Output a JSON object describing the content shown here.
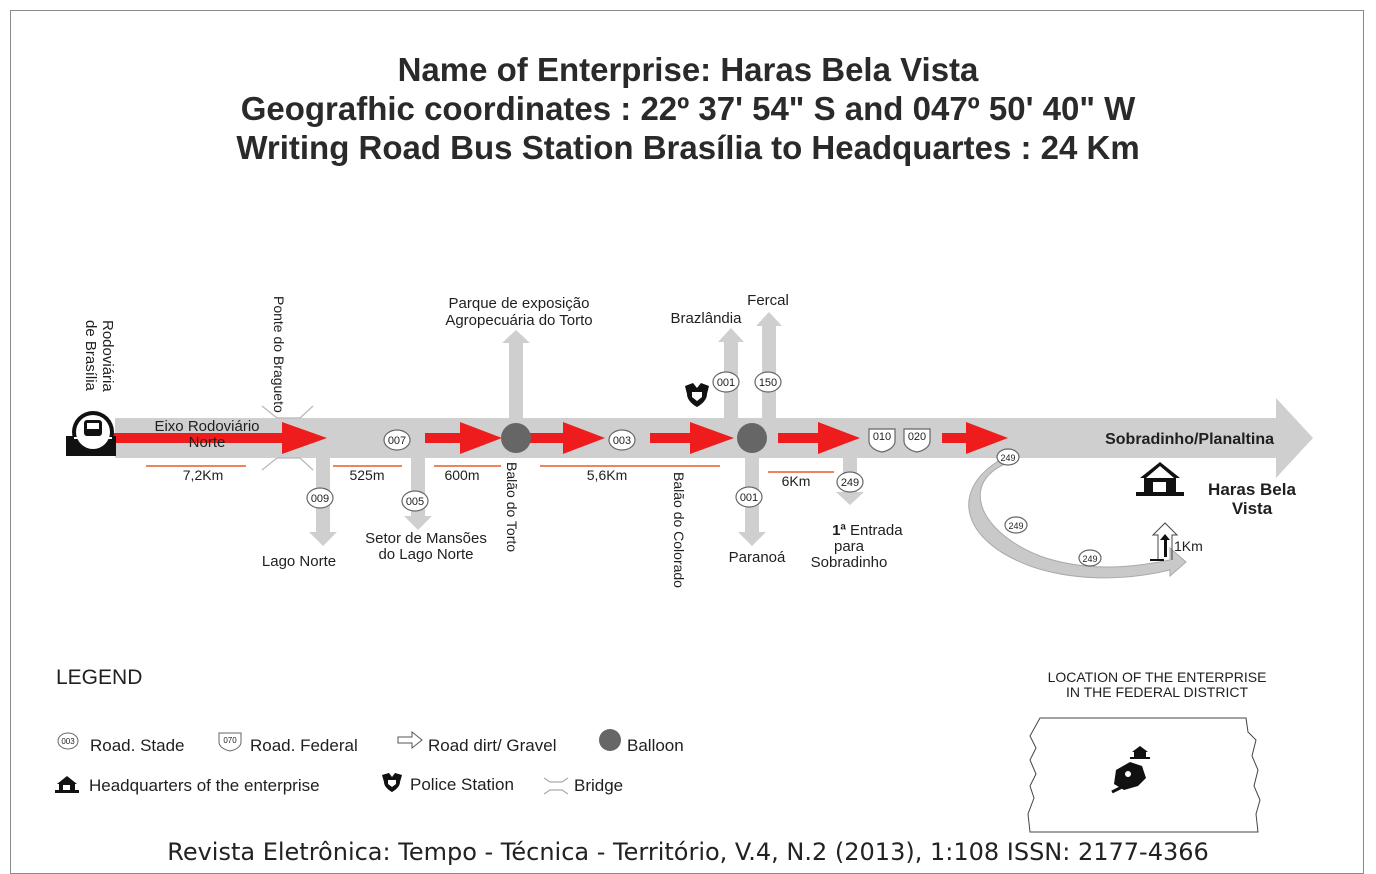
{
  "header": {
    "line1": "Name of Enterprise: Haras Bela Vista",
    "line2": "Geografhic coordinates : 22º 37' 54\" S and 047º 50' 40\" W",
    "line3": "Writing Road Bus Station Brasília to Headquartes : 24 Km"
  },
  "route": {
    "start_label_1": "Rodoviária",
    "start_label_2": "de Brasília",
    "main_road_1": "Eixo Rodoviário",
    "main_road_2": "Norte",
    "end_destination": "Sobradinho/Planaltina",
    "segments": [
      "7,2Km",
      "525m",
      "600m",
      "5,6Km",
      "6Km"
    ],
    "bridge_label": "Ponte do Bragueto",
    "torto_balloon": "Balão do Torto",
    "colorado_balloon": "Balão do Colorado",
    "parque_1": "Parque de exposição",
    "parque_2": "Agropecuária do Torto",
    "brazlandia": "Brazlândia",
    "fercal": "Fercal",
    "lago_norte": "Lago Norte",
    "setor_1": "Setor de Mansões",
    "setor_2": "do Lago Norte",
    "paranoa": "Paranoá",
    "entrada_num": "1ª",
    "entrada_1": "Entrada",
    "entrada_2": "para",
    "entrada_3": "Sobradinho",
    "haras_1": "Haras Bela",
    "haras_2": "Vista",
    "one_km": "1Km",
    "roads": {
      "r007": "007",
      "r003": "003",
      "r009": "009",
      "r005": "005",
      "r001a": "001",
      "r150": "150",
      "r001b": "001",
      "r249a": "249",
      "r010": "010",
      "r020": "020",
      "r249b": "249",
      "r249c": "249",
      "r249d": "249"
    }
  },
  "legend": {
    "title": "LEGEND",
    "stade_num": "003",
    "stade": "Road. Stade",
    "federal_num": "070",
    "federal": "Road. Federal",
    "dirt": "Road dirt/ Gravel",
    "balloon": "Balloon",
    "headquarters": "Headquarters of the enterprise",
    "police": "Police Station",
    "bridge": "Bridge"
  },
  "inset": {
    "title_1": "LOCATION OF THE ENTERPRISE",
    "title_2": "IN THE FEDERAL DISTRICT"
  },
  "citation": "Revista Eletrônica: Tempo - Técnica - Território, V.4, N.2 (2013), 1:108 ISSN: 2177-4366",
  "colors": {
    "road": "#cfcfcf",
    "arrow": "#ee1c1c",
    "segment_line": "#e85a2a",
    "balloon": "#666666"
  }
}
